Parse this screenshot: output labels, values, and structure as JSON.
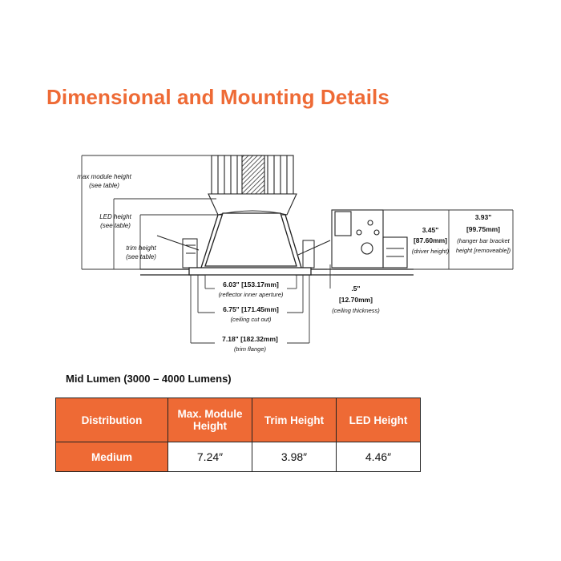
{
  "title": "Dimensional and Mounting Details",
  "drawing": {
    "max_module_height": {
      "line1": "max module height",
      "line2": "(see table)"
    },
    "led_height": {
      "line1": "LED height",
      "line2": "(see table)"
    },
    "trim_height": {
      "line1": "trim height",
      "line2": "(see table)"
    },
    "reflector": {
      "value": "6.03\" [153.17mm]",
      "note": "(reflector inner aperture)"
    },
    "ceiling_cutout": {
      "value": "6.75\" [171.45mm]",
      "note": "(ceiling cut out)"
    },
    "trim_flange": {
      "value": "7.18\" [182.32mm]",
      "note": "(trim flange)"
    },
    "ceiling_thickness": {
      "line1": ".5\"",
      "line2": "[12.70mm]",
      "note": "(ceiling thickness)"
    },
    "driver_height": {
      "line1": "3.45\"",
      "line2": "[87.60mm]",
      "note": "(driver height)"
    },
    "hanger_bar": {
      "line1": "3.93\"",
      "line2": "[99.75mm]",
      "note1": "(hanger bar bracket",
      "note2": "height [removeable])"
    }
  },
  "table": {
    "caption": "Mid Lumen (3000 – 4000 Lumens)",
    "headers": [
      "Distribution",
      "Max. Module Height",
      "Trim Height",
      "LED Height"
    ],
    "rows": [
      {
        "distribution": "Medium",
        "max_module_height": "7.24″",
        "trim_height": "3.98″",
        "led_height": "4.46″"
      }
    ]
  },
  "colors": {
    "accent": "#ee6a35",
    "text": "#111111"
  }
}
